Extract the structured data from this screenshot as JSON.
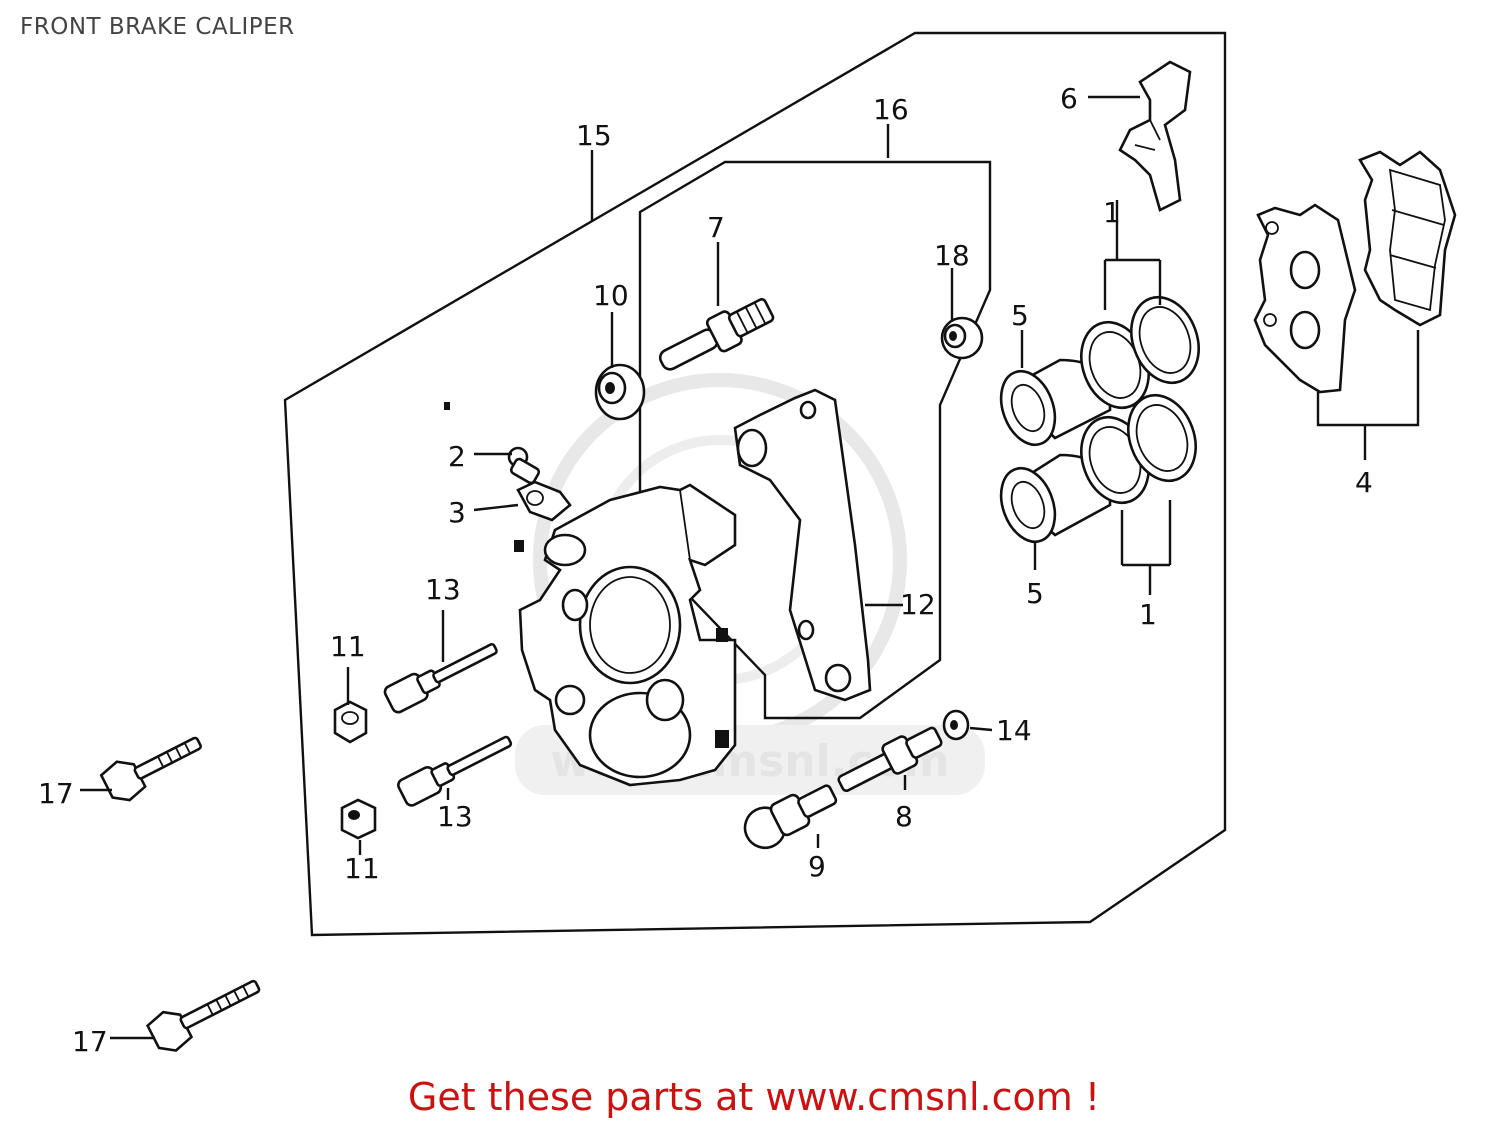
{
  "diagram": {
    "title": "FRONT BRAKE CALIPER",
    "footer_link_text": "Get these parts at www.cmsnl.com !",
    "watermark_text": "www.cmsnl.com",
    "callouts": [
      "1",
      "1",
      "2",
      "3",
      "4",
      "5",
      "5",
      "6",
      "7",
      "8",
      "9",
      "10",
      "11",
      "11",
      "12",
      "13",
      "13",
      "14",
      "15",
      "16",
      "17",
      "17",
      "18"
    ]
  },
  "colors": {
    "footer_text": "#cc1111",
    "line_art": "#111111",
    "watermark": "#e2e2e2"
  }
}
